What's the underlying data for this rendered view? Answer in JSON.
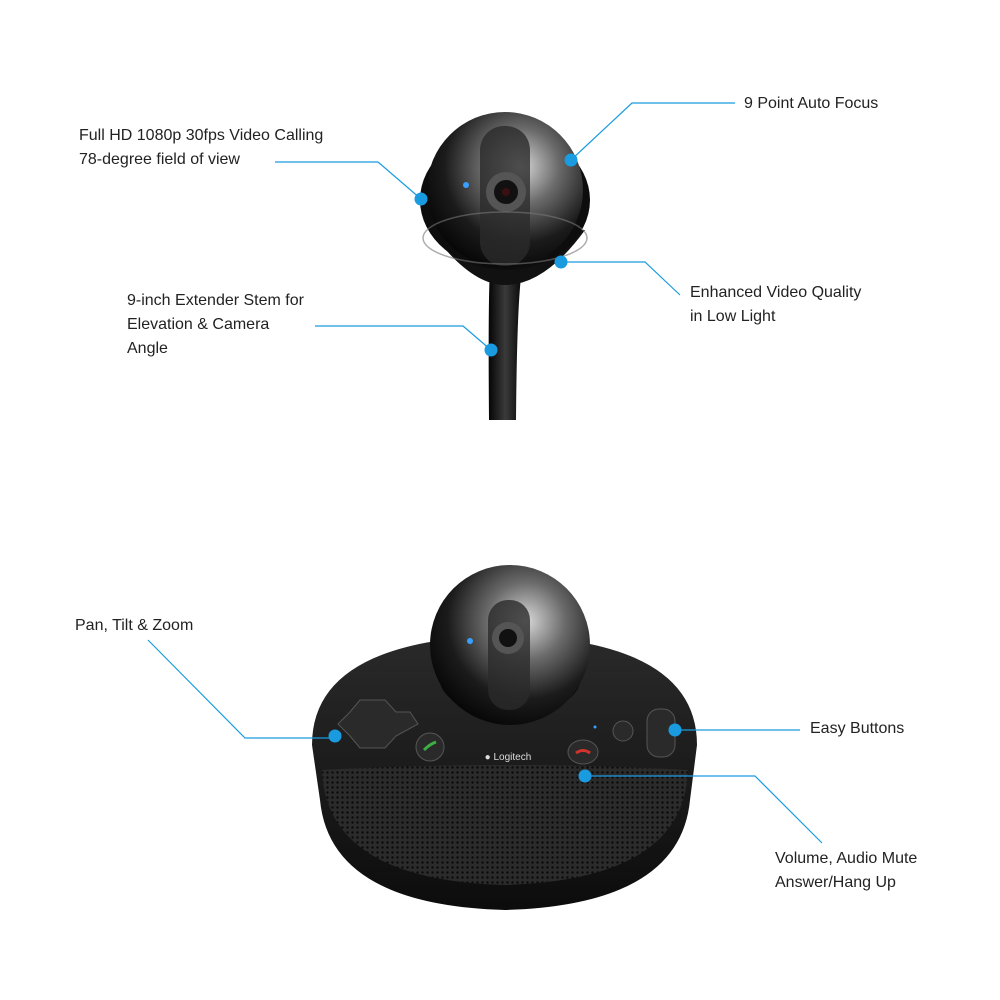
{
  "accent_color": "#1a9be0",
  "callouts": {
    "video_calling": {
      "line1": "Full HD 1080p 30fps Video Calling",
      "line2": "78-degree field of view"
    },
    "auto_focus": {
      "line1": "9 Point Auto Focus"
    },
    "low_light": {
      "line1": "Enhanced Video Quality",
      "line2": "in Low Light"
    },
    "extender_stem": {
      "line1": "9-inch Extender Stem for",
      "line2": "Elevation & Camera",
      "line3": "Angle"
    },
    "pan_tilt_zoom": {
      "line1": "Pan, Tilt & Zoom"
    },
    "easy_buttons": {
      "line1": "Easy Buttons"
    },
    "volume_mute": {
      "line1": "Volume, Audio Mute",
      "line2": "Answer/Hang Up"
    }
  },
  "product": {
    "brand_logo": "Logitech"
  }
}
